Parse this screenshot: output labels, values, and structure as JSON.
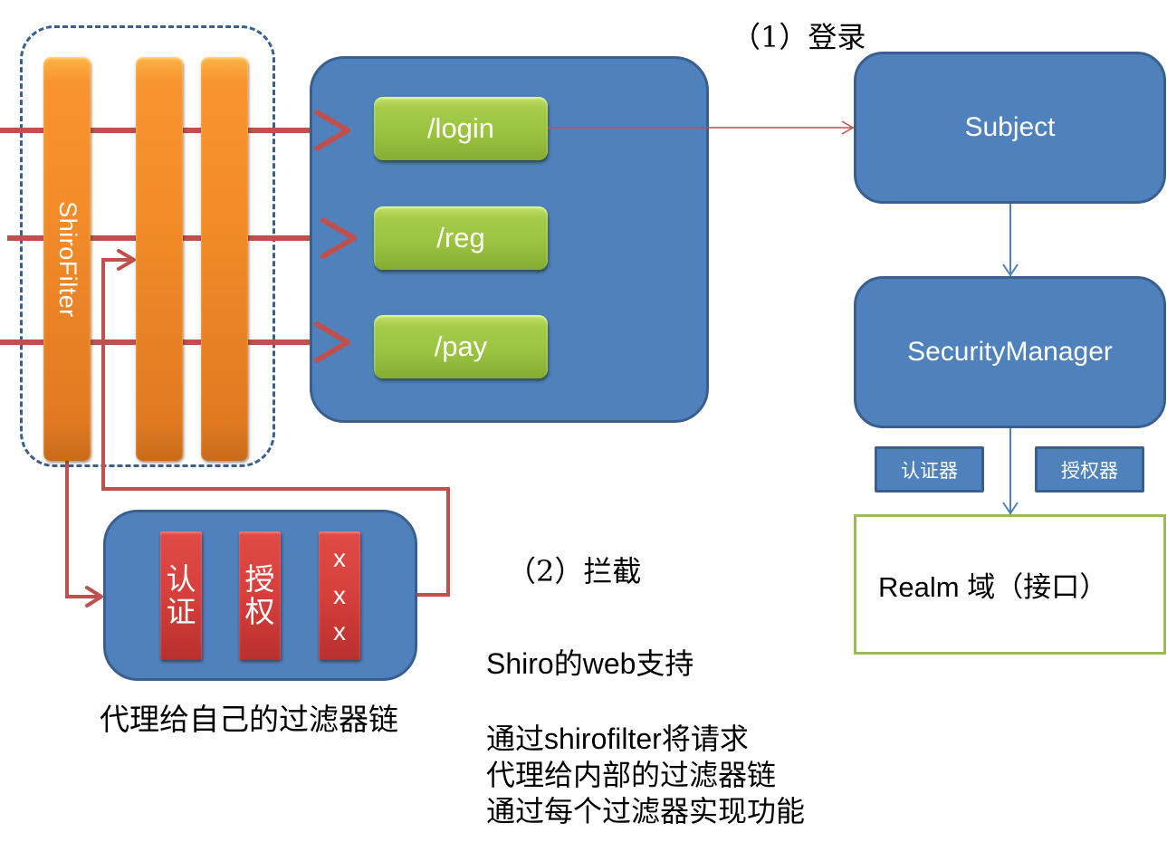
{
  "diagram": {
    "title": "Shiro web filter architecture",
    "filter_group": {
      "shiro_filter_label": "ShiroFilter",
      "filter_count": 3
    },
    "url_panel": {
      "endpoints": [
        {
          "label": "/login"
        },
        {
          "label": "/reg"
        },
        {
          "label": "/pay"
        }
      ]
    },
    "login_flow": {
      "step_label": "（1）登录",
      "subject_label": "Subject",
      "security_manager_label": "SecurityManager",
      "authenticator_label": "认证器",
      "authorizer_label": "授权器",
      "realm_label": "Realm 域（接口）"
    },
    "intercept_flow": {
      "step_label": "（2）拦截",
      "chain_filters": [
        {
          "label": "认\n证",
          "lines": [
            "认",
            "证"
          ]
        },
        {
          "label": "授\n权",
          "lines": [
            "授",
            "权"
          ]
        },
        {
          "label": "x\nx\nx",
          "lines": [
            "x",
            "x",
            "x"
          ]
        }
      ],
      "chain_caption": "代理给自己的过滤器链"
    },
    "notes": {
      "heading": "Shiro的web支持",
      "lines": [
        "通过shirofilter将请求",
        "代理给内部的过滤器链",
        "通过每个过滤器实现功能"
      ]
    },
    "colors": {
      "panel_blue": "#4f81bd",
      "panel_border": "#3a5f8f",
      "arrow_red": "#c0504d",
      "filter_orange": "#f28b28",
      "endpoint_green": "#9ac23f",
      "chain_red": "#d63f3c",
      "realm_border": "#9bbb59"
    }
  }
}
